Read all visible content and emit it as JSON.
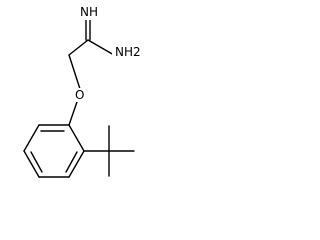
{
  "molecule": {
    "atom_labels": {
      "imine": "NH",
      "amine": "NH2",
      "oxygen": "O"
    }
  }
}
